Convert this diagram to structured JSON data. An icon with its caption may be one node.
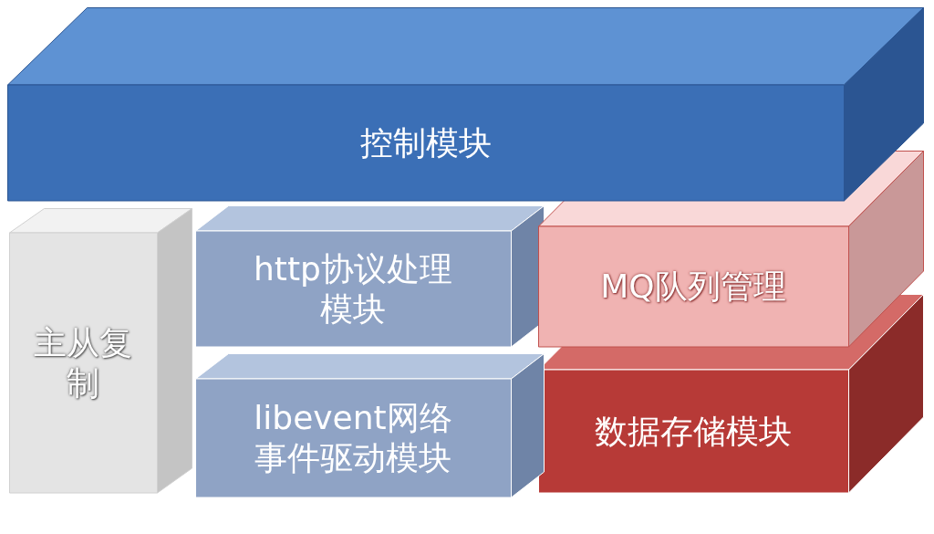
{
  "diagram": {
    "nodes": [
      {
        "text": [
          "控制模块"
        ]
      },
      {
        "text": [
          "主从复制"
        ]
      },
      {
        "text": [
          "http协议处理模块"
        ]
      },
      {
        "text": [
          "libevent网络事件驱动模块"
        ]
      },
      {
        "text": [
          "MQ队列管理"
        ]
      },
      {
        "text": [
          "数据存储模块"
        ]
      }
    ]
  }
}
